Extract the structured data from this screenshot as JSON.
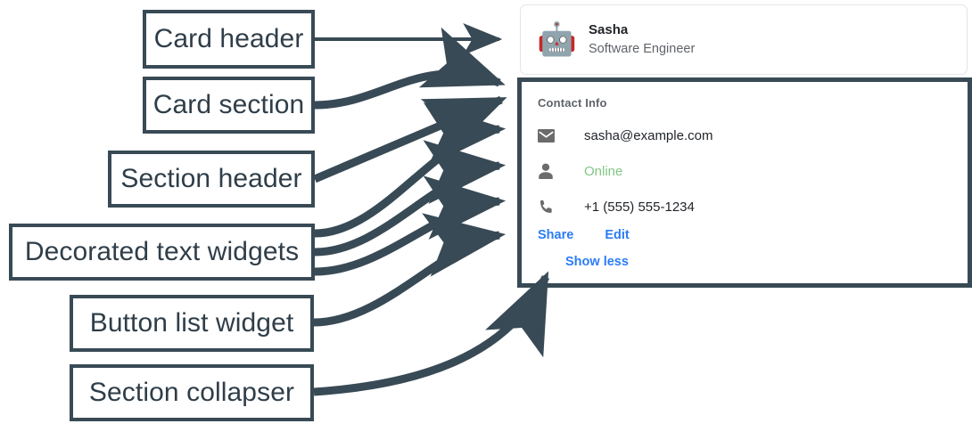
{
  "annotations": [
    {
      "id": "card-header",
      "label": "Card header"
    },
    {
      "id": "card-section",
      "label": "Card section"
    },
    {
      "id": "section-header",
      "label": "Section header"
    },
    {
      "id": "decorated-text-widgets",
      "label": "Decorated text widgets"
    },
    {
      "id": "button-list-widget",
      "label": "Button list widget"
    },
    {
      "id": "section-collapser",
      "label": "Section collapser"
    }
  ],
  "card": {
    "header": {
      "avatar_icon": "robot-face-icon",
      "avatar_glyph": "🤖",
      "title": "Sasha",
      "subtitle": "Software Engineer"
    },
    "section": {
      "header": "Contact Info",
      "rows": [
        {
          "icon": "email-icon",
          "text": "sasha@example.com",
          "style": "default"
        },
        {
          "icon": "person-icon",
          "text": "Online",
          "style": "status"
        },
        {
          "icon": "phone-icon",
          "text": "+1 (555) 555-1234",
          "style": "default"
        }
      ],
      "buttons": [
        {
          "label": "Share"
        },
        {
          "label": "Edit"
        }
      ],
      "collapser": {
        "label": "Show less"
      }
    }
  },
  "colors": {
    "annotation_stroke": "#384a55",
    "annotation_text": "#2f3e49",
    "card_border": "#e3e5e8",
    "link_blue": "#2b7cf6",
    "status_green": "#81c784",
    "icon_gray": "#6b6b6b",
    "muted_text": "#5f6368",
    "primary_text": "#1f2328"
  }
}
